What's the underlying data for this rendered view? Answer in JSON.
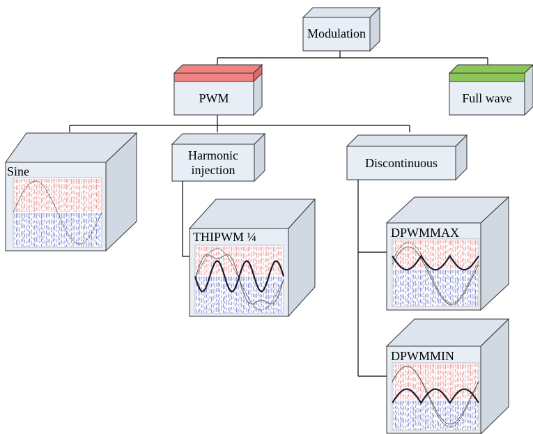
{
  "colors": {
    "box_front": "#e8eef6",
    "box_side": "#d0d8e2",
    "box_top_default": "#dde4ee",
    "box_edge": "#333333",
    "pwm_accent": "#f08282",
    "full_wave_accent": "#8cc65a",
    "connector": "#000000",
    "wave_red": "#e04848",
    "wave_blue": "#3040b8",
    "wave_dark": "#1a1a2e",
    "wave_grey": "#555555"
  },
  "nodes": {
    "modulation": {
      "label": "Modulation"
    },
    "pwm": {
      "label": "PWM"
    },
    "full_wave": {
      "label": "Full wave"
    },
    "harmonic": {
      "label_line1": "Harmonic",
      "label_line2": "injection"
    },
    "discontinuous": {
      "label": "Discontinuous"
    },
    "sine": {
      "label": "Sine"
    },
    "thipwm": {
      "label": "THIPWM ¼"
    },
    "dpwmmax": {
      "label": "DPWMMAX"
    },
    "dpwmmin": {
      "label": "DPWMMIN"
    }
  }
}
